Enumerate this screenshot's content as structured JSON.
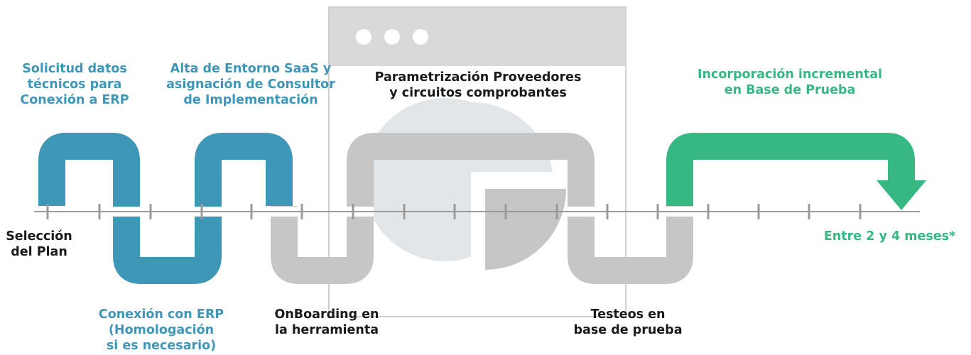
{
  "colors": {
    "blue": "#3f97b7",
    "gray": "#c6c6c6",
    "green": "#37b883",
    "dark": "#1a1a1a",
    "axis": "#9a9a9a",
    "window_bg": "#ececec",
    "window_bar": "#d9d9d9",
    "pie": "#dcdfe2"
  },
  "icons": {
    "window": "browser-window-icon",
    "pie": "pie-chart-icon",
    "arrow": "down-arrow-icon"
  },
  "steps": {
    "solicitud": "Solicitud datos\ntécnicos para\nConexión a ERP",
    "alta": "Alta de Entorno SaaS y\nasignación de Consultor\nde Implementación",
    "parametrizacion": "Parametrización Proveedores\ny circuitos comprobantes",
    "incorporacion": "Incorporación incremental\nen Base de Prueba",
    "seleccion": "Selección\ndel Plan",
    "conexion": "Conexión con ERP\n(Homologación\nsi es necesario)",
    "onboarding": "OnBoarding en\nla herramienta",
    "testeos": "Testeos en\nbase de prueba",
    "duracion": "Entre 2 y 4 meses*"
  }
}
